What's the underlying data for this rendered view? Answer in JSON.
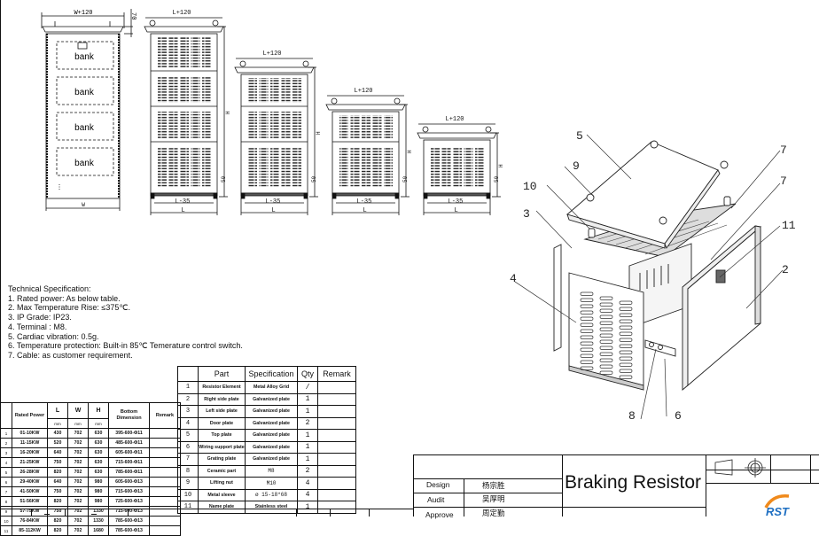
{
  "drawing": {
    "title": "Braking Resistor",
    "views": {
      "side_view": {
        "top_dim": "W+120",
        "side_dim": "70",
        "bottom_dim": "W",
        "bank_labels": [
          "bank",
          "bank",
          "bank",
          "bank"
        ]
      },
      "front_views": [
        {
          "top_dim": "L+120",
          "height_dim": "H",
          "foot_dim": "50",
          "inner_dim": "L-35",
          "outer_dim": "L"
        },
        {
          "top_dim": "L+120",
          "height_dim": "H",
          "foot_dim": "50",
          "inner_dim": "L-35",
          "outer_dim": "L"
        },
        {
          "top_dim": "L+120",
          "height_dim": "H",
          "foot_dim": "50",
          "inner_dim": "L-35",
          "outer_dim": "L"
        },
        {
          "top_dim": "L+120",
          "height_dim": "H",
          "foot_dim": "50",
          "inner_dim": "L-35",
          "outer_dim": "L"
        }
      ]
    },
    "exploded_callouts": [
      "5",
      "9",
      "10",
      "3",
      "4",
      "7",
      "7",
      "11",
      "2",
      "8",
      "6"
    ]
  },
  "technical_spec": {
    "heading": "Technical  Specification:",
    "items": [
      "1. Rated power: As below table.",
      "2. Max Temperature Rise: ≤375℃.",
      "3. IP Grade: IP23.",
      "4. Terminal : M8.",
      "5. Cardiac vibration: 0.5g.",
      "6. Temperature protection: Built-in 85℃ Temerature control switch.",
      "7. Cable: as customer requirement."
    ]
  },
  "rating_table": {
    "headers": {
      "power": "Rated Power",
      "l": "L",
      "w": "W",
      "h": "H",
      "unit": "mm",
      "bottom": "Bottom Dimension",
      "remark": "Remark"
    },
    "rows": [
      {
        "no": "1",
        "power": "01-10KW",
        "l": "430",
        "w": "702",
        "h": "630",
        "bottom": "395-600-Φ11"
      },
      {
        "no": "2",
        "power": "11-15KW",
        "l": "520",
        "w": "702",
        "h": "630",
        "bottom": "485-600-Φ11"
      },
      {
        "no": "3",
        "power": "16-20KW",
        "l": "640",
        "w": "702",
        "h": "630",
        "bottom": "605-600-Φ11"
      },
      {
        "no": "4",
        "power": "21-25KW",
        "l": "750",
        "w": "702",
        "h": "630",
        "bottom": "715-600-Φ11"
      },
      {
        "no": "5",
        "power": "26-28KW",
        "l": "820",
        "w": "702",
        "h": "630",
        "bottom": "785-600-Φ11"
      },
      {
        "no": "6",
        "power": "29-40KW",
        "l": "640",
        "w": "702",
        "h": "980",
        "bottom": "605-600-Φ13"
      },
      {
        "no": "7",
        "power": "41-50KW",
        "l": "750",
        "w": "702",
        "h": "980",
        "bottom": "715-600-Φ13"
      },
      {
        "no": "8",
        "power": "51-56KW",
        "l": "820",
        "w": "702",
        "h": "980",
        "bottom": "725-600-Φ13"
      },
      {
        "no": "9",
        "power": "57-75KW",
        "l": "750",
        "w": "702",
        "h": "1330",
        "bottom": "715-600-Φ13"
      },
      {
        "no": "10",
        "power": "76-84KW",
        "l": "820",
        "w": "702",
        "h": "1330",
        "bottom": "785-600-Φ13"
      },
      {
        "no": "11",
        "power": "85-112KW",
        "l": "820",
        "w": "702",
        "h": "1680",
        "bottom": "785-600-Φ13"
      }
    ]
  },
  "parts_table": {
    "headers": {
      "no": "",
      "part": "Part",
      "spec": "Specification",
      "qty": "Qty",
      "remark": "Remark"
    },
    "rows": [
      {
        "no": "1",
        "part": "Resistor Element",
        "spec": "Metal Alloy Grid",
        "qty": "/"
      },
      {
        "no": "2",
        "part": "Right side plate",
        "spec": "Galvanized plate",
        "qty": "1"
      },
      {
        "no": "3",
        "part": "Left side plate",
        "spec": "Galvanized plate",
        "qty": "1"
      },
      {
        "no": "4",
        "part": "Door plate",
        "spec": "Galvanized plate",
        "qty": "2"
      },
      {
        "no": "5",
        "part": "Top plate",
        "spec": "Galvanized plate",
        "qty": "1"
      },
      {
        "no": "6",
        "part": "Wiring support plate",
        "spec": "Galvanized plate",
        "qty": "1"
      },
      {
        "no": "7",
        "part": "Grating plate",
        "spec": "Galvanized plate",
        "qty": "1"
      },
      {
        "no": "8",
        "part": "Ceramic part",
        "spec": "M8",
        "qty": "2"
      },
      {
        "no": "9",
        "part": "Lifting nut",
        "spec": "M10",
        "qty": "4"
      },
      {
        "no": "10",
        "part": "Metal sleeve",
        "spec": "ø 15-18*68",
        "qty": "4"
      },
      {
        "no": "11",
        "part": "Name plate",
        "spec": "Stainless steel",
        "qty": "1"
      }
    ]
  },
  "title_block": {
    "rows": [
      {
        "role": "Design",
        "name": "杨宗胜"
      },
      {
        "role": "Audit",
        "name": "吴厚明"
      },
      {
        "role": "Approve",
        "name": "周定勤"
      }
    ],
    "logo_text": "RST",
    "logo_colors": {
      "arc": "#f08a1c",
      "text": "#1e6fc2"
    }
  }
}
